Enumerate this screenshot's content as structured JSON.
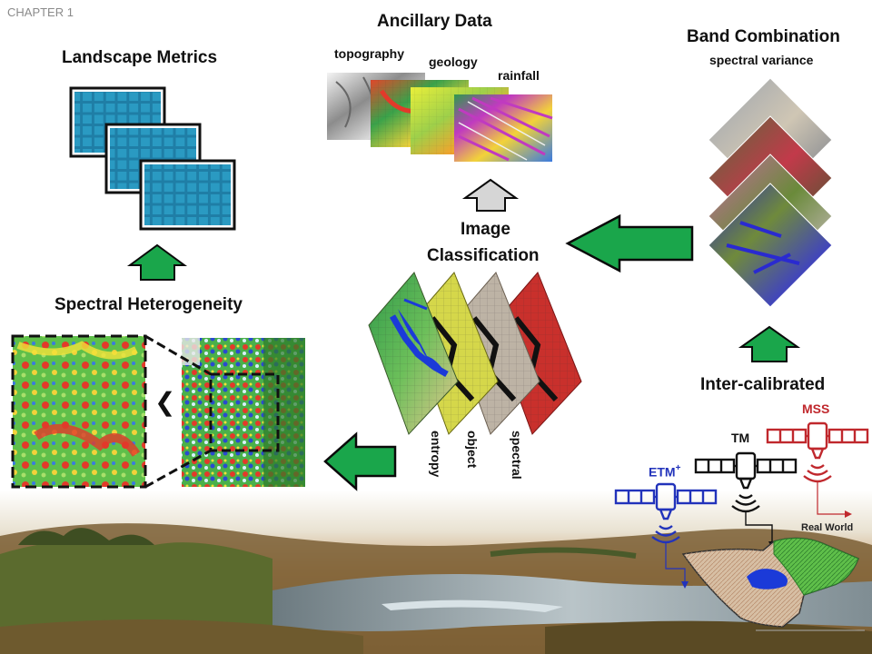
{
  "header": {
    "chapter": "CHAPTER 1"
  },
  "panels": {
    "ancillary": {
      "title": "Ancillary Data",
      "layers": [
        "topography",
        "geology",
        "rainfall"
      ]
    },
    "landscape": {
      "title": "Landscape Metrics"
    },
    "band": {
      "title": "Band Combination",
      "subtitle": "spectral variance"
    },
    "classification": {
      "title_line1": "Image",
      "title_line2": "Classification",
      "methods": [
        "entropy",
        "object",
        "spectral"
      ]
    },
    "heterogeneity": {
      "title": "Spectral Heterogeneity",
      "zoom_symbol": "❮"
    },
    "intercal": {
      "title": "Inter-calibrated",
      "sensors": [
        "MSS",
        "TM",
        "ETM"
      ],
      "etm_sup": "+",
      "world_label": "Real World"
    }
  },
  "colors": {
    "arrow_green": "#1aa64b",
    "mss": "#c0282d",
    "etm": "#2233bb",
    "tm": "#111111"
  }
}
